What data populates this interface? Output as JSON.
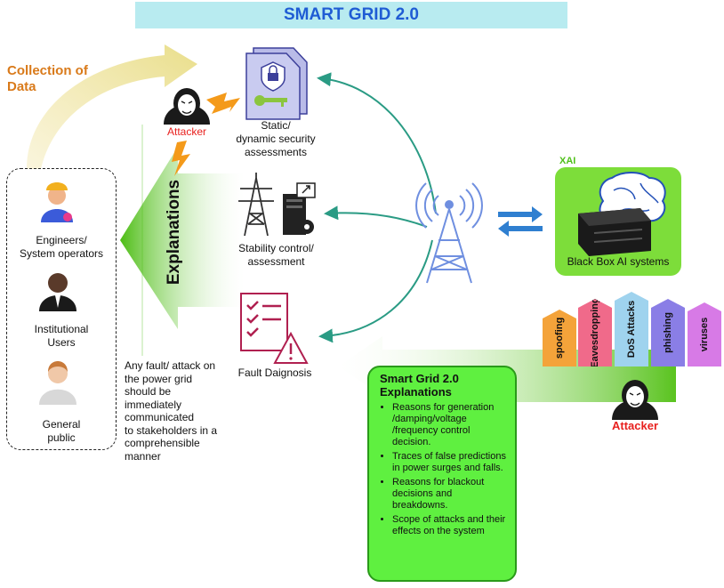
{
  "title": "SMART GRID 2.0",
  "collection_label": [
    "Collection of",
    "Data"
  ],
  "attacker_top_label": "Attacker",
  "explanations_arrow_label": "Explanations",
  "components": {
    "security": [
      "Static/",
      "dynamic security",
      "assessments"
    ],
    "stability": [
      "Stability control/",
      "assessment"
    ],
    "fault": "Fault Daignosis"
  },
  "stakeholders": [
    {
      "label": [
        "Engineers/",
        "System operators"
      ]
    },
    {
      "label": [
        "Institutional",
        "Users"
      ]
    },
    {
      "label": [
        "General",
        "public"
      ]
    }
  ],
  "stakeholder_note": [
    "Any fault/ attack on",
    "the power grid",
    "should be",
    "immediately",
    "communicated",
    "to stakeholders in a",
    "comprehensible",
    "manner"
  ],
  "xai": {
    "label": "XAI",
    "system_label": "Black Box AI systems"
  },
  "attacks": [
    {
      "name": "spoofing",
      "color": "#f4a33a"
    },
    {
      "name": "Eavesdropping",
      "color": "#f06a8a"
    },
    {
      "name": "DoS Attacks",
      "color": "#9fd3ee"
    },
    {
      "name": "phishing",
      "color": "#8a7ee6"
    },
    {
      "name": "viruses",
      "color": "#d77ae6"
    }
  ],
  "attacker_bottom_label": "Attacker",
  "sg_explanations": {
    "title": [
      "Smart Grid 2.0",
      "Explanations"
    ],
    "items": [
      "Reasons for generation /damping/voltage /frequency control decision.",
      "Traces of false predictions in power surges and falls.",
      "Reasons for blackout decisions and breakdowns.",
      "Scope of attacks and their effects on the system"
    ]
  },
  "colors": {
    "title_text": "#1f5cd4",
    "title_bg": "#b8ebf0",
    "collection": "#d97a1a",
    "green_arrow": "#55c81f",
    "teal_arrow": "#2a9b84",
    "attacker_red": "#e8201e",
    "xai_green": "#7ddd3a",
    "sg_box": "#5ff040"
  }
}
